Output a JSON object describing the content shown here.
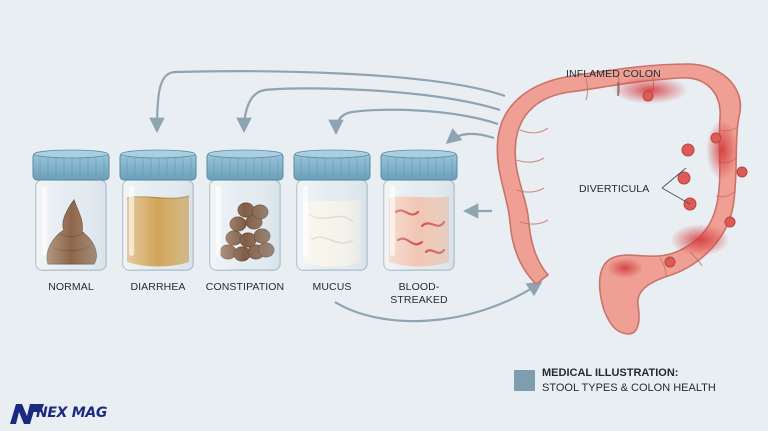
{
  "jars": [
    {
      "label": "NORMAL",
      "content": "normal"
    },
    {
      "label": "DIARRHEA",
      "content": "diarrhea"
    },
    {
      "label": "CONSTIPATION",
      "content": "constipation"
    },
    {
      "label": "MUCUS",
      "content": "mucus"
    },
    {
      "label": "BLOOD-\nSTREAKED",
      "content": "blood"
    }
  ],
  "callouts": {
    "inflamed": "INFLAMED COLON",
    "diverticula": "DIVERTICULA"
  },
  "caption": {
    "title": "MEDICAL ILLUSTRATION:",
    "subtitle": "STOOL TYPES & COLON HEALTH"
  },
  "logo": {
    "text": "NEX MAG",
    "icon": "n-logo-icon"
  },
  "colors": {
    "background": "#e9eef2",
    "lid": "#7fb0c9",
    "colon": "#ef9f93",
    "inflamed": "#d9484a",
    "arrow": "#8ea4b3",
    "brand": "#1b2a80"
  }
}
